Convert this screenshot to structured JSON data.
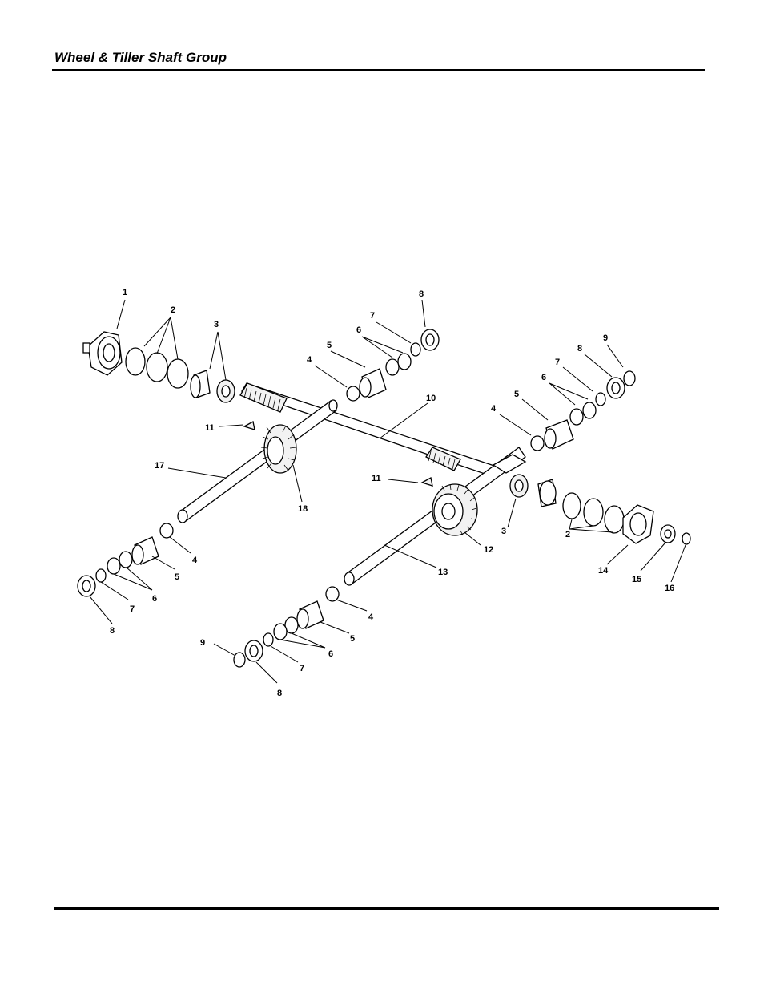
{
  "header": {
    "title": "Wheel & Tiller Shaft Group"
  },
  "diagram": {
    "callouts": {
      "c1": "1",
      "c2a": "2",
      "c3a": "3",
      "c8a": "8",
      "c7a": "7",
      "c6a": "6",
      "c5a": "5",
      "c4a": "4",
      "c10": "10",
      "c9b": "9",
      "c8b": "8",
      "c7b": "7",
      "c6b": "6",
      "c5b": "5",
      "c4b": "4",
      "c11a": "11",
      "c17": "17",
      "c18": "18",
      "c11b": "11",
      "c3b": "3",
      "c12": "12",
      "c2b": "2",
      "c14": "14",
      "c15": "15",
      "c16": "16",
      "c13": "13",
      "c4c": "4",
      "c5c": "5",
      "c6c": "6",
      "c7c": "7",
      "c8c": "8",
      "c4d": "4",
      "c5d": "5",
      "c6d": "6",
      "c7d": "7",
      "c9d": "9",
      "c8d": "8"
    }
  }
}
